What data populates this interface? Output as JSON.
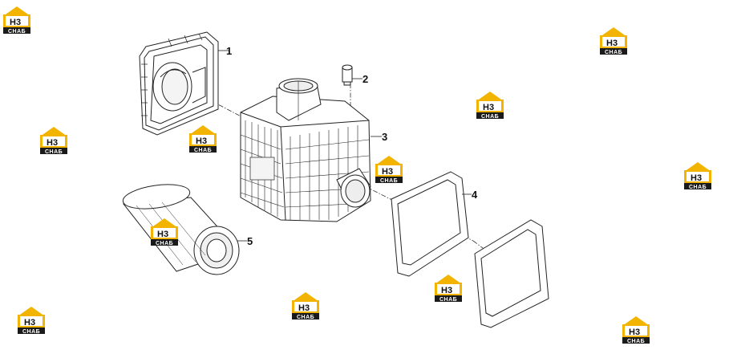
{
  "callouts": [
    "1",
    "2",
    "3",
    "4",
    "5"
  ],
  "watermark": {
    "mark": "H3",
    "caption": "СНАБ",
    "colors": {
      "gold": "#f2b400",
      "dark": "#1a1a1a",
      "light": "#ffffff"
    }
  },
  "colors": {
    "line": "#222222",
    "part_fill": "#ffffff",
    "shade": "#d9d9d9"
  }
}
